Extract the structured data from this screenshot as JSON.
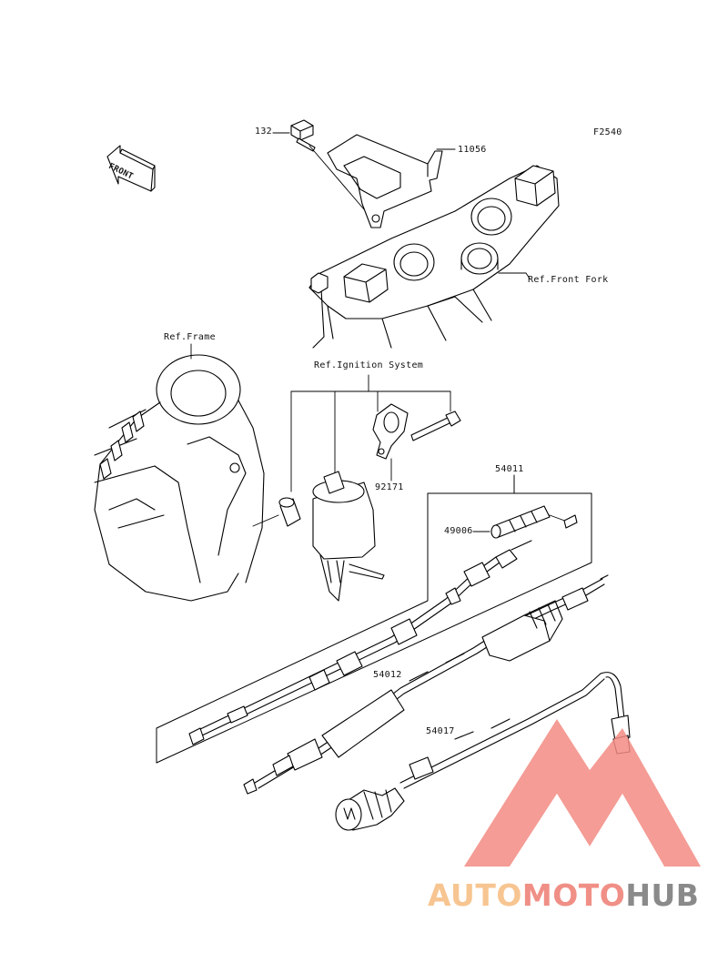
{
  "figure_code": "F2540",
  "front_label": "FRONT",
  "refs": {
    "frame": "Ref.Frame",
    "front_fork": "Ref.Front Fork",
    "ignition_system": "Ref.Ignition System"
  },
  "part_numbers": {
    "bolt": "132",
    "bracket": "11056",
    "clamp": "92171",
    "cable_set": "54011",
    "boot": "49006",
    "cable_b": "54012",
    "choke_cable": "54017"
  },
  "watermark": {
    "part1": "AUTO",
    "part2": "MOTO",
    "part3": "HUB",
    "colors": {
      "part1": "#f7c591",
      "part2": "#f08f86",
      "part3": "#8a8a8a",
      "logo": "#f28b82"
    }
  }
}
